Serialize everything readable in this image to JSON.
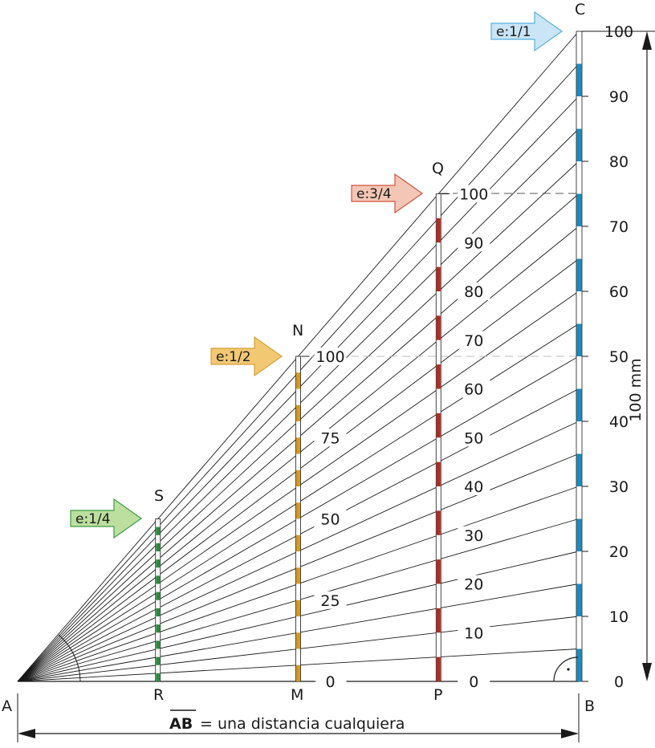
{
  "points": {
    "A": "A",
    "B": "B",
    "C": "C",
    "S": "S",
    "R": "R",
    "N": "N",
    "M": "M",
    "Q": "Q",
    "P": "P"
  },
  "scales": [
    {
      "id": "quarter",
      "label": "e:1/4",
      "color": "#2e8b3c",
      "fill": "#bcdf9f",
      "stroke": "#3f9a46",
      "fraction": 0.25,
      "ticks": []
    },
    {
      "id": "half",
      "label": "e:1/2",
      "color": "#d89a1c",
      "fill": "#f3c873",
      "stroke": "#d4a03a",
      "fraction": 0.5,
      "ticks": [
        "0",
        "25",
        "50",
        "75",
        "100"
      ]
    },
    {
      "id": "threequarter",
      "label": "e:3/4",
      "color": "#b5281e",
      "fill": "#f4c6b5",
      "stroke": "#d1553e",
      "fraction": 0.75,
      "ticks": [
        "0",
        "10",
        "20",
        "30",
        "40",
        "50",
        "60",
        "70",
        "80",
        "90",
        "100"
      ]
    },
    {
      "id": "full",
      "label": "e:1/1",
      "color": "#1a8bbf",
      "fill": "#c9e5f6",
      "stroke": "#5ab0da",
      "fraction": 1.0,
      "ticks": [
        "0",
        "10",
        "20",
        "30",
        "40",
        "50",
        "60",
        "70",
        "80",
        "90",
        "100"
      ]
    }
  ],
  "dimensions": {
    "height_label": "100 mm",
    "base_label_segment": "AB",
    "base_label_text": "= una distancia cualquiera"
  },
  "colors": {
    "line": "#1a1a1a",
    "guide_dashed": "#555555",
    "guide_light": "#bdbdbd"
  }
}
